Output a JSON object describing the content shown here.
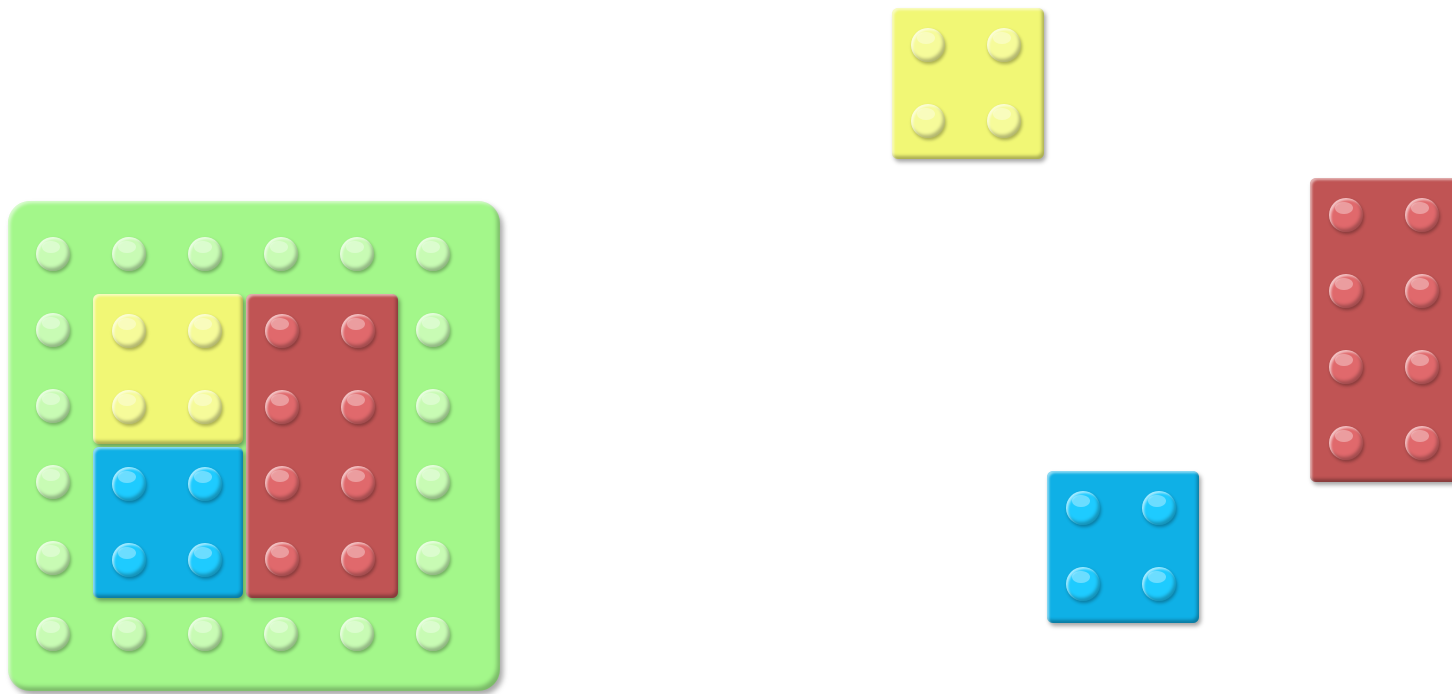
{
  "board": {
    "name": "green-baseplate",
    "color": "#a3f78a",
    "stud_color": "#c8fbb4",
    "studs_cols": 6,
    "studs_rows": 6
  },
  "pieces": [
    {
      "name": "yellow-2x2-brick-placed",
      "color": "#f1f775",
      "stud_color": "#f6fb9a",
      "cols": 2,
      "rows": 2,
      "interactable": true
    },
    {
      "name": "red-2x4-brick-placed",
      "color": "#c05454",
      "stud_color": "#e0696c",
      "cols": 2,
      "rows": 4,
      "interactable": true
    },
    {
      "name": "blue-2x2-brick-placed",
      "color": "#0fb0e6",
      "stud_color": "#1ecbff",
      "cols": 2,
      "rows": 2,
      "interactable": true
    },
    {
      "name": "yellow-2x2-brick-loose",
      "color": "#f1f775",
      "stud_color": "#f6fb9a",
      "cols": 2,
      "rows": 2,
      "interactable": true
    },
    {
      "name": "blue-2x2-brick-loose",
      "color": "#0fb0e6",
      "stud_color": "#1ecbff",
      "cols": 2,
      "rows": 2,
      "interactable": true
    },
    {
      "name": "red-2x4-brick-loose",
      "color": "#c05454",
      "stud_color": "#e0696c",
      "cols": 2,
      "rows": 4,
      "interactable": true
    }
  ]
}
